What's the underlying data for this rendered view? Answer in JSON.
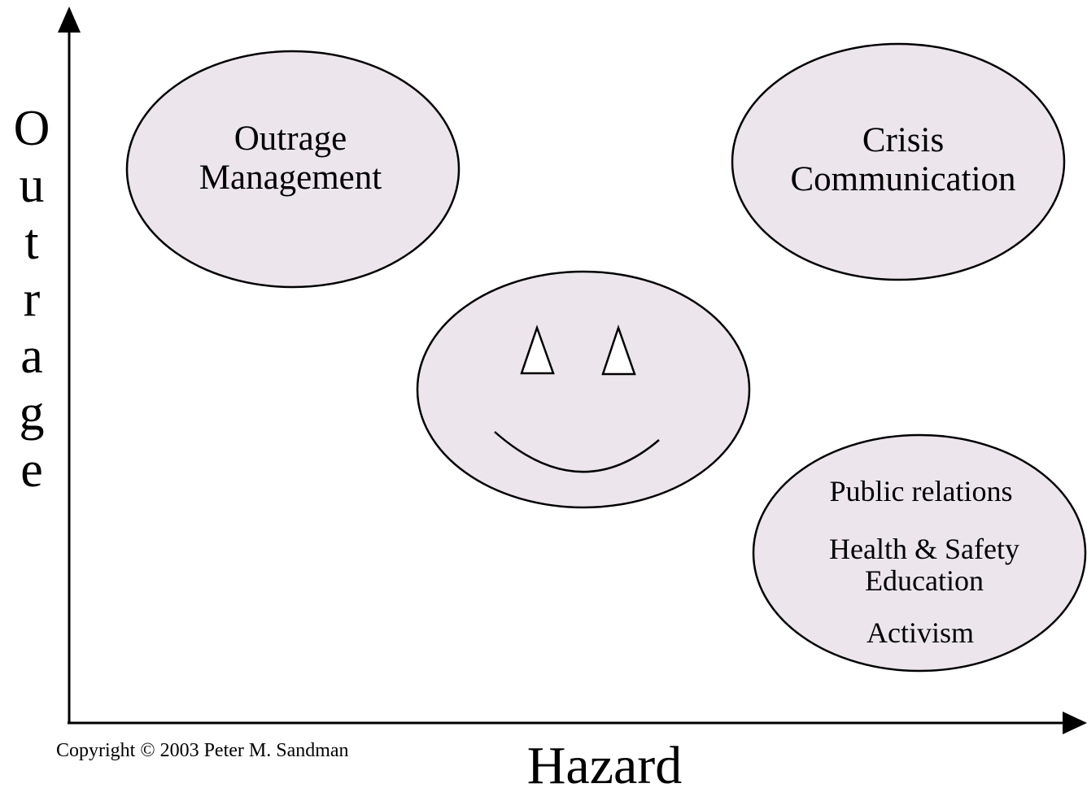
{
  "axes": {
    "x_label": "Hazard",
    "y_label": "Outrage"
  },
  "regions": {
    "outrage_management": {
      "line1": "Outrage",
      "line2": "Management"
    },
    "crisis_communication": {
      "line1": "Crisis",
      "line2": "Communication"
    },
    "smiley": {
      "icon": "smiley-face-icon"
    },
    "precaution_advocacy": {
      "item1": "Public relations",
      "item2_line1": "Health & Safety",
      "item2_line2": "Education",
      "item3": "Activism"
    }
  },
  "copyright": "Copyright © 2003 Peter M. Sandman",
  "colors": {
    "region_fill": "#ece6ec",
    "stroke": "#000000",
    "background": "#ffffff"
  }
}
